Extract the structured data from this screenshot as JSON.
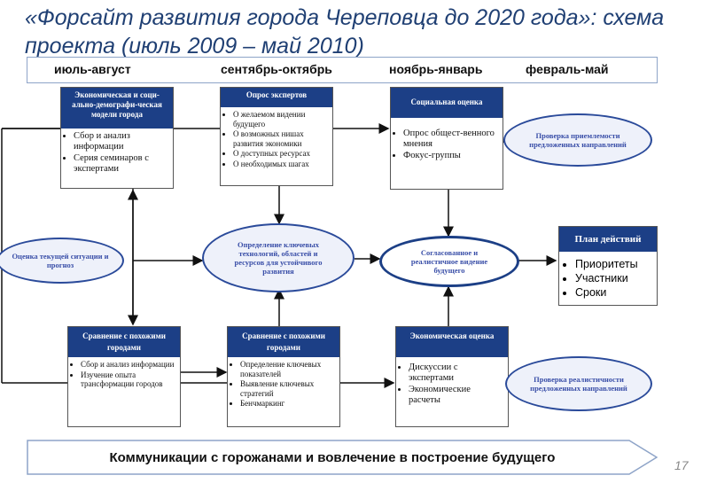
{
  "title": "«Форсайт развития города Череповца до 2020 года»: схема проекта (июль 2009 – май 2010)",
  "phases": [
    "июль-август",
    "сентябрь-октябрь",
    "ноябрь-январь",
    "февраль-май"
  ],
  "boxes": {
    "econ_model": {
      "head": "Экономическая и соци-ально-демографи-ческая модели города",
      "items": [
        "Сбор и анализ информации",
        "Серия семинаров с экспертами"
      ]
    },
    "expert_survey": {
      "head": "Опрос экспертов",
      "items": [
        "О желаемом видении будущего",
        "О возможных нишах развития экономики",
        "О доступных ресурсах",
        "О необходимых шагах"
      ]
    },
    "social_eval": {
      "head": "Социальная оценка",
      "items": [
        "Опрос общест-венного мнения",
        "Фокус-группы"
      ]
    },
    "plan": {
      "head": "План действий",
      "items": [
        "Приоритеты",
        "Участники",
        "Сроки"
      ]
    },
    "compare_cities": {
      "head": "Сравнение с похожими городами",
      "items": [
        "Сбор и анализ информации",
        "Изучение опыта трансформации городов"
      ]
    },
    "compare_cities2": {
      "head": "Сравнение с похожими городами",
      "items": [
        "Определение ключевых показателей",
        "Выявление ключевых стратегий",
        "Бенчмаркинг"
      ]
    },
    "econ_eval": {
      "head": "Экономическая оценка",
      "items": [
        "Дискуссии с экспертами",
        "Экономические расчеты"
      ]
    }
  },
  "ellipses": {
    "assessment": "Оценка текущей ситуации и прогноз",
    "key_tech": "Определение ключевых технологий, областей и ресурсов для устойчивого развития",
    "agreed_vision": "Согласованное и реалистичное видение будущего",
    "check_accept": "Проверка приемлемости предложенных направлений",
    "check_real": "Проверка реалистичности предложенных направлений"
  },
  "communication": "Коммуникации с горожанами и вовлечение в построение будущего",
  "page_number": "17"
}
